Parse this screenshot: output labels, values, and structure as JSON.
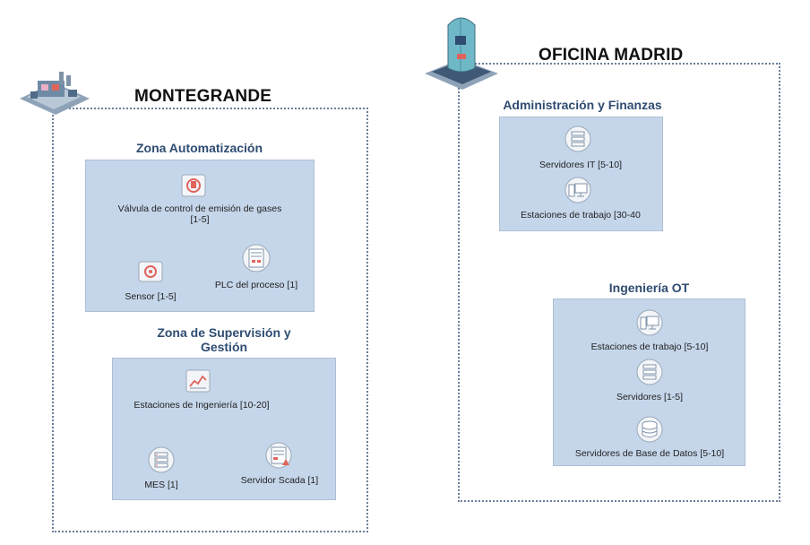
{
  "sites": {
    "montegrande": {
      "title": "MONTEGRANDE",
      "zones": {
        "automatizacion": {
          "title": "Zona Automatización",
          "items": {
            "valvula": "Válvula de control de emisión de gases",
            "valvula_count": "[1-5]",
            "sensor": "Sensor [1-5]",
            "plc": "PLC del proceso [1]"
          }
        },
        "supervision": {
          "title_line1": "Zona de Supervisión y",
          "title_line2": "Gestión",
          "items": {
            "estaciones": "Estaciones de Ingeniería [10-20]",
            "mes": "MES [1]",
            "scada": "Servidor Scada [1]"
          }
        }
      }
    },
    "madrid": {
      "title": "OFICINA MADRID",
      "zones": {
        "admin": {
          "title": "Administración y Finanzas",
          "items": {
            "servidores_it": "Servidores IT [5-10]",
            "estaciones": "Estaciones de trabajo [30-40"
          }
        },
        "ingenieria": {
          "title": "Ingeniería OT",
          "items": {
            "estaciones": "Estaciones de trabajo [5-10]",
            "servidores": "Servidores  [1-5]",
            "bd": "Servidores de Base de Datos [5-10]"
          }
        }
      }
    }
  },
  "colors": {
    "zone_fill": "#c5d6ea",
    "zone_title": "#2f4c72",
    "border": "#6a7f97",
    "icon_accent": "#e0645c"
  },
  "icons": [
    "factory-icon",
    "office-tower-icon",
    "valve-icon",
    "sensor-icon",
    "plc-icon",
    "monitor-chart-icon",
    "server-icon",
    "server-alert-icon",
    "workstation-icon",
    "database-icon"
  ]
}
